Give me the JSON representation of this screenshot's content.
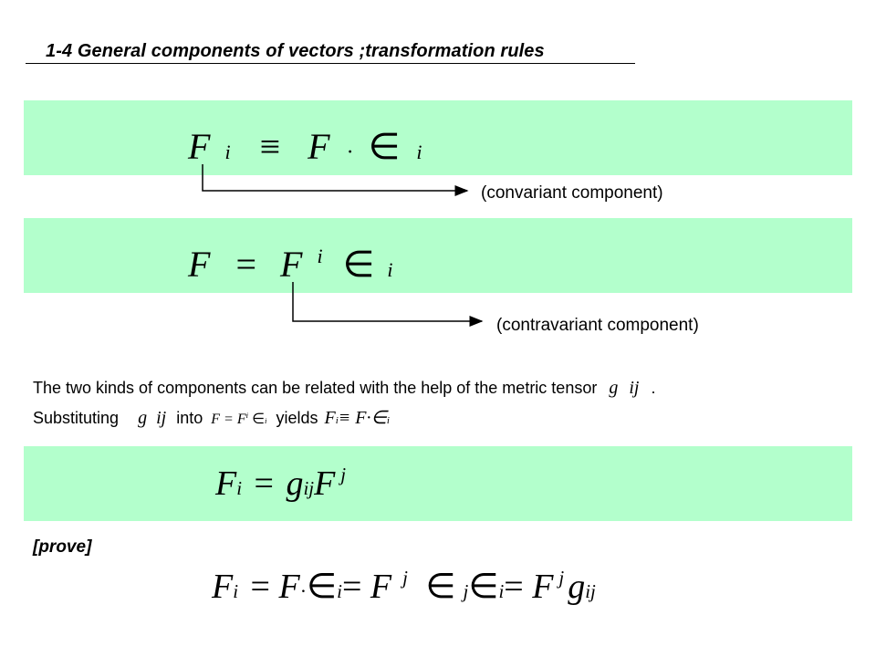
{
  "title": "1-4 General components of vectors ;transformation rules",
  "eq1": {
    "F": "F",
    "sub_i": "i",
    "equiv": "≡",
    "F2": "F",
    "dot": "·",
    "elem": "∈",
    "sub_i2": "i"
  },
  "eq1_label": "(convariant component)",
  "eq2": {
    "F": "F",
    "eq": "=",
    "F2": "F",
    "sup_i": "i",
    "elem": "∈",
    "sub_i": "i"
  },
  "eq2_label": "(contravariant component)",
  "para": {
    "line1": "The two kinds of components can be related with the help of the metric tensor",
    "g": "g",
    "ij": "ij",
    "period": ".",
    "line2_a": "Substituting",
    "line2_b": "into",
    "line2_c": "yields",
    "inline_eq_a": "F = F",
    "inline_sup": "i",
    "inline_elem": "∈",
    "inline_sub": "i",
    "inline_eq_b": "F",
    "inline_b_sub": "i",
    "inline_b_rest": "≡ F·∈",
    "inline_b_sub2": "i"
  },
  "eq3": {
    "F": "F",
    "sub_i": "i",
    "eq": "=",
    "g": "g",
    "sub_ij": "ij",
    "F2": "F",
    "sup_j": "j"
  },
  "prove": "[prove]",
  "eq4": {
    "F": "F",
    "sub_i": "i",
    "eq1": "=",
    "F2": "F",
    "dot": "·",
    "elem": "∈",
    "sub_i2": "i",
    "eq2": "=",
    "F3": "F",
    "sup_j": "j",
    "elem2": "∈",
    "sub_j": "j",
    "elem3": "∈",
    "sub_i3": "i",
    "eq3": "=",
    "F4": "F",
    "sup_j2": "j",
    "g": "g",
    "sub_ij": "ij"
  }
}
